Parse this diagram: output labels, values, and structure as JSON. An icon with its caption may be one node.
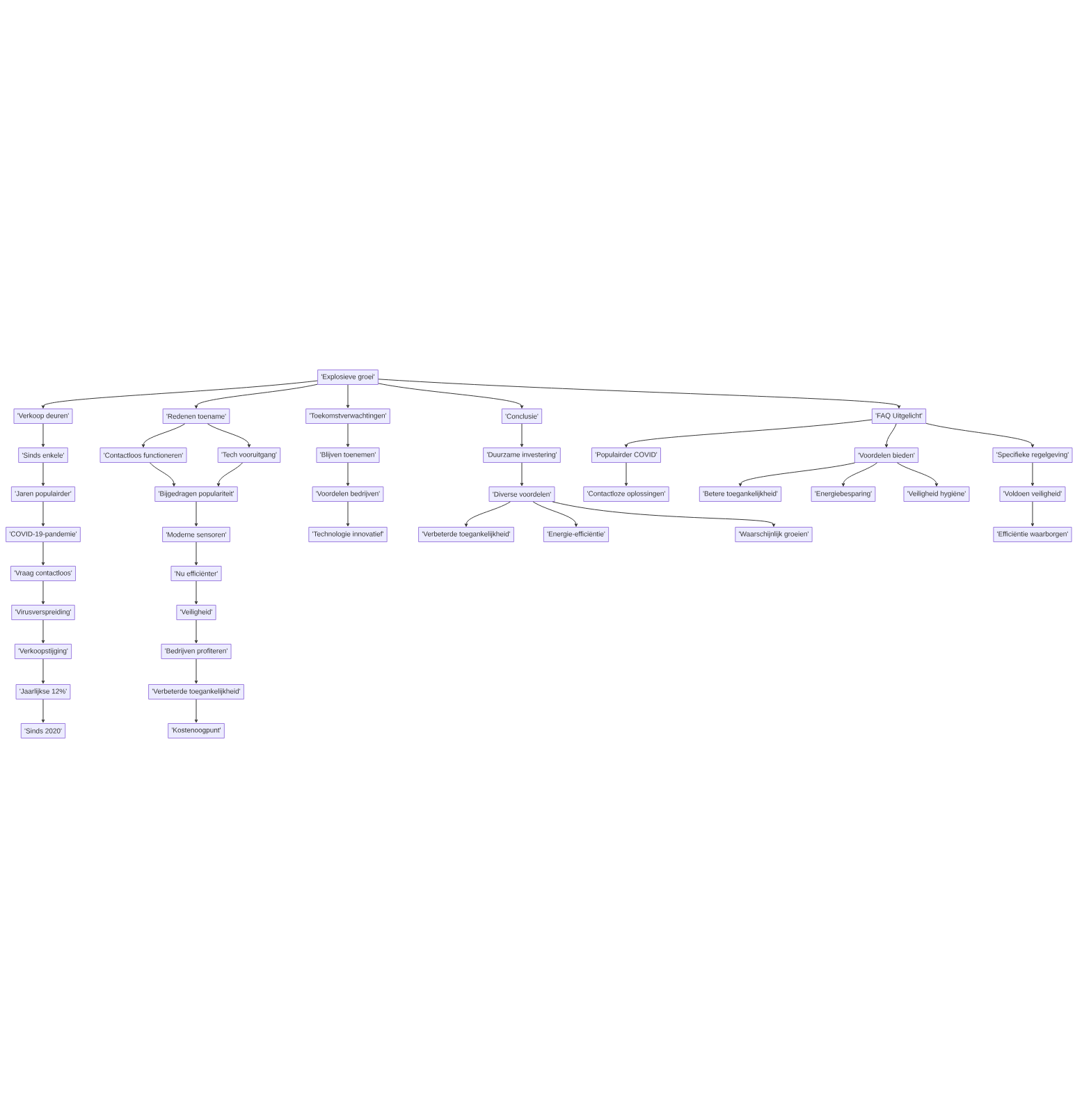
{
  "diagram": {
    "nodes": [
      {
        "text": [
          "'Explosieve groei'"
        ]
      },
      {
        "text": [
          "'Verkoop deuren'"
        ]
      },
      {
        "text": [
          "'Redenen toename'"
        ]
      },
      {
        "text": [
          "'Toekomstverwachtingen'"
        ]
      },
      {
        "text": [
          "'Conclusie'"
        ]
      },
      {
        "text": [
          "'FAQ Uitgelicht'"
        ]
      },
      {
        "text": [
          "'Sinds enkele'"
        ]
      },
      {
        "text": [
          "'Jaren populairder'"
        ]
      },
      {
        "text": [
          "'COVID-19-pandemie'"
        ]
      },
      {
        "text": [
          "'Vraag contactloos'"
        ]
      },
      {
        "text": [
          "'Virusverspreiding'"
        ]
      },
      {
        "text": [
          "'Verkoopstijging'"
        ]
      },
      {
        "text": [
          "'Jaarlijkse 12%'"
        ]
      },
      {
        "text": [
          "'Sinds 2020'"
        ]
      },
      {
        "text": [
          "'Contactloos functioneren'"
        ]
      },
      {
        "text": [
          "'Tech vooruitgang'"
        ]
      },
      {
        "text": [
          "'Bijgedragen populariteit'"
        ]
      },
      {
        "text": [
          "'Moderne sensoren'"
        ]
      },
      {
        "text": [
          "'Nu efficiënter'"
        ]
      },
      {
        "text": [
          "'Veiligheid'"
        ]
      },
      {
        "text": [
          "'Bedrijven profiteren'"
        ]
      },
      {
        "text": [
          "'Verbeterde toegankelijkheid'"
        ]
      },
      {
        "text": [
          "'Kostenoogpunt'"
        ]
      },
      {
        "text": [
          "'Blijven toenemen'"
        ]
      },
      {
        "text": [
          "'Voordelen bedrijven'"
        ]
      },
      {
        "text": [
          "'Technologie innovatief'"
        ]
      },
      {
        "text": [
          "'Duurzame investering'"
        ]
      },
      {
        "text": [
          "'Diverse voordelen'"
        ]
      },
      {
        "text": [
          "'Verbeterde toegankelijkheid'"
        ]
      },
      {
        "text": [
          "'Energie-efficiëntie'"
        ]
      },
      {
        "text": [
          "'Waarschijnlijk groeien'"
        ]
      },
      {
        "text": [
          "'Populairder COVID'"
        ]
      },
      {
        "text": [
          "'Contactloze oplossingen'"
        ]
      },
      {
        "text": [
          "'Voordelen bieden'"
        ]
      },
      {
        "text": [
          "'Betere toegankelijkheid'"
        ]
      },
      {
        "text": [
          "'Energiebesparing'"
        ]
      },
      {
        "text": [
          "'Veiligheid hygiëne'"
        ]
      },
      {
        "text": [
          "'Specifieke regelgeving'"
        ]
      },
      {
        "text": [
          "'Voldoen veiligheid'"
        ]
      },
      {
        "text": [
          "'Efficiëntie waarborgen'"
        ]
      }
    ],
    "edges": [
      {
        "from": 0,
        "to": 1,
        "arrow": "to"
      },
      {
        "from": 0,
        "to": 2,
        "arrow": "to"
      },
      {
        "from": 0,
        "to": 3,
        "arrow": "to"
      },
      {
        "from": 0,
        "to": 4,
        "arrow": "to"
      },
      {
        "from": 0,
        "to": 5,
        "arrow": "to"
      },
      {
        "from": 1,
        "to": 6,
        "arrow": "to"
      },
      {
        "from": 6,
        "to": 7,
        "arrow": "to"
      },
      {
        "from": 7,
        "to": 8,
        "arrow": "to"
      },
      {
        "from": 8,
        "to": 9,
        "arrow": "to"
      },
      {
        "from": 9,
        "to": 10,
        "arrow": "to"
      },
      {
        "from": 10,
        "to": 11,
        "arrow": "to"
      },
      {
        "from": 11,
        "to": 12,
        "arrow": "to"
      },
      {
        "from": 12,
        "to": 13,
        "arrow": "to"
      },
      {
        "from": 2,
        "to": 14,
        "arrow": "to"
      },
      {
        "from": 2,
        "to": 15,
        "arrow": "to"
      },
      {
        "from": 14,
        "to": 16,
        "arrow": "to"
      },
      {
        "from": 15,
        "to": 16,
        "arrow": "to"
      },
      {
        "from": 16,
        "to": 17,
        "arrow": "to"
      },
      {
        "from": 17,
        "to": 18,
        "arrow": "to"
      },
      {
        "from": 18,
        "to": 19,
        "arrow": "to"
      },
      {
        "from": 19,
        "to": 20,
        "arrow": "to"
      },
      {
        "from": 20,
        "to": 21,
        "arrow": "to"
      },
      {
        "from": 21,
        "to": 22,
        "arrow": "to"
      },
      {
        "from": 3,
        "to": 23,
        "arrow": "to"
      },
      {
        "from": 23,
        "to": 24,
        "arrow": "to"
      },
      {
        "from": 24,
        "to": 25,
        "arrow": "to"
      },
      {
        "from": 4,
        "to": 26,
        "arrow": "to"
      },
      {
        "from": 26,
        "to": 27,
        "arrow": "to"
      },
      {
        "from": 27,
        "to": 28,
        "arrow": "to"
      },
      {
        "from": 27,
        "to": 29,
        "arrow": "to"
      },
      {
        "from": 27,
        "to": 30,
        "arrow": "to"
      },
      {
        "from": 5,
        "to": 31,
        "arrow": "to"
      },
      {
        "from": 31,
        "to": 32,
        "arrow": "to"
      },
      {
        "from": 5,
        "to": 33,
        "arrow": "to"
      },
      {
        "from": 33,
        "to": 34,
        "arrow": "to"
      },
      {
        "from": 33,
        "to": 35,
        "arrow": "to"
      },
      {
        "from": 33,
        "to": 36,
        "arrow": "to"
      },
      {
        "from": 5,
        "to": 37,
        "arrow": "to"
      },
      {
        "from": 37,
        "to": 38,
        "arrow": "to"
      },
      {
        "from": 38,
        "to": 39,
        "arrow": "to"
      }
    ]
  }
}
